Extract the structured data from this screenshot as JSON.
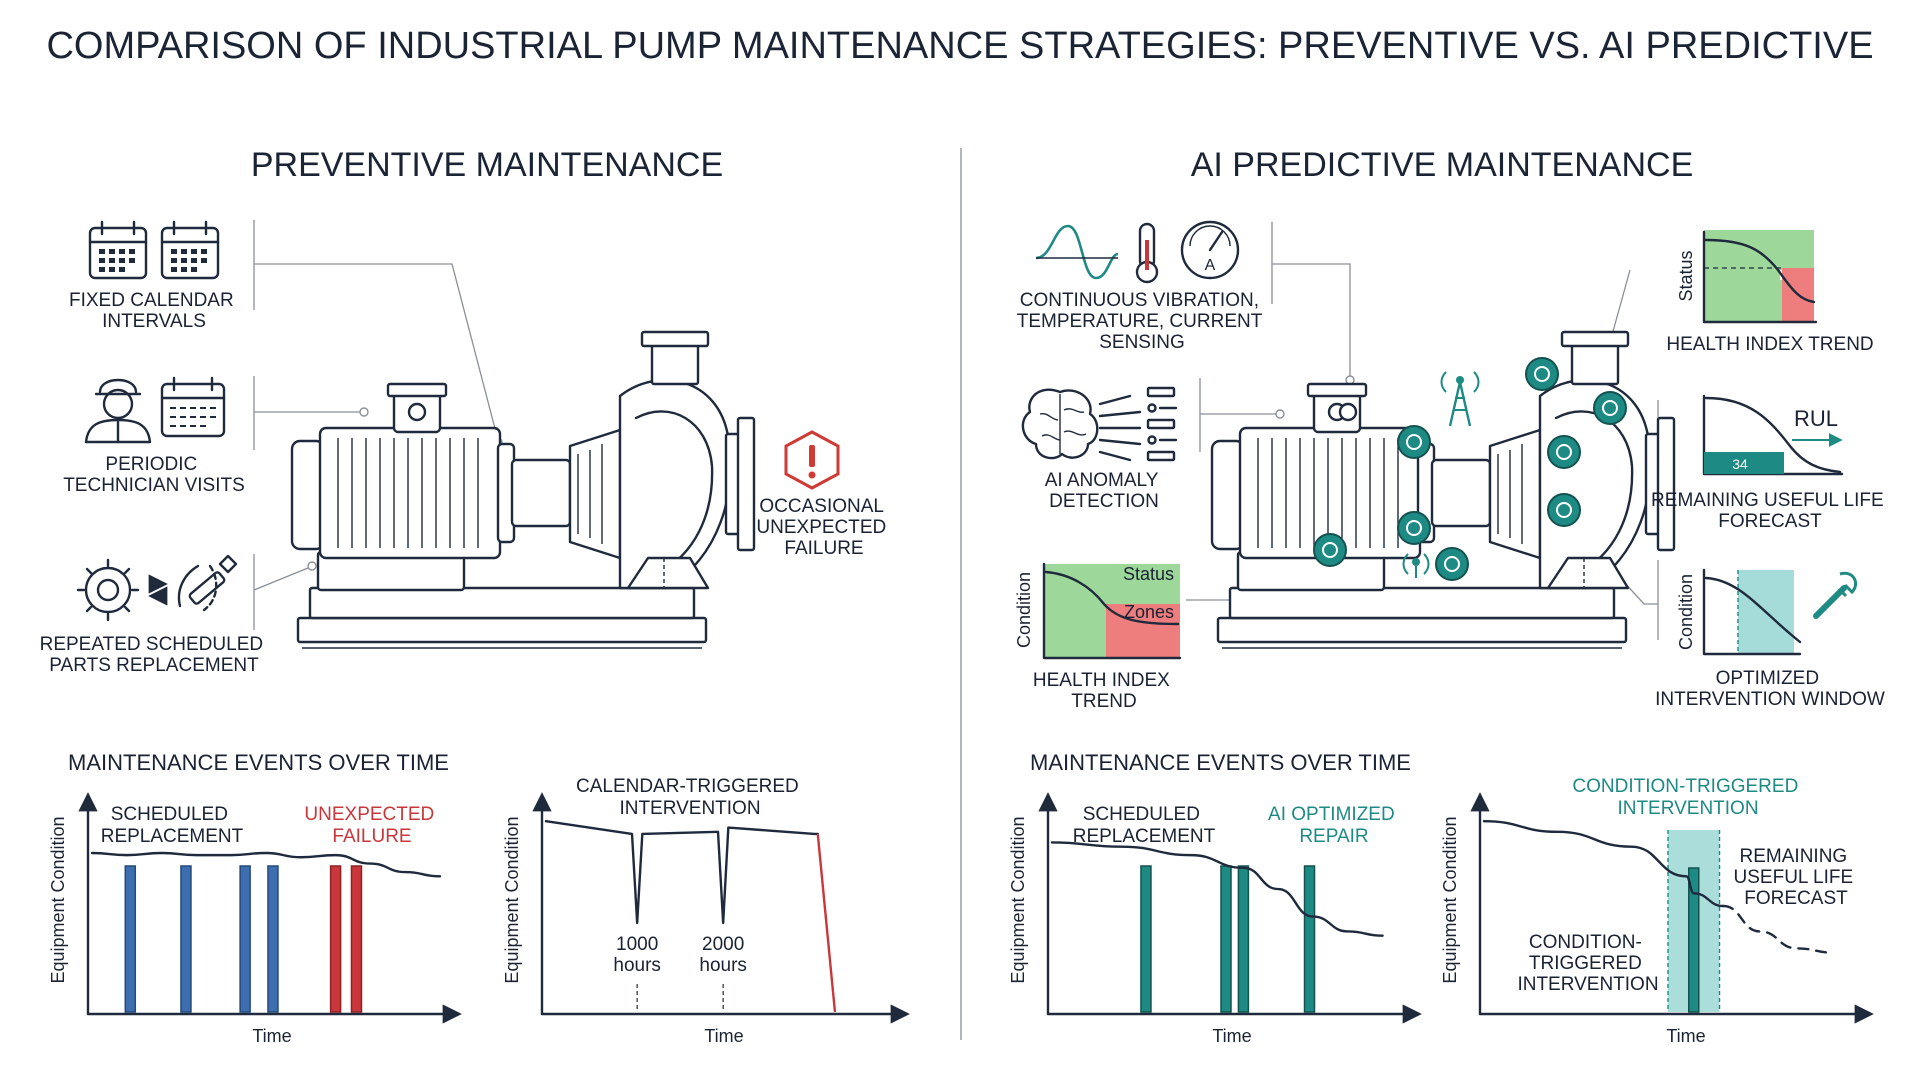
{
  "title": "COMPARISON OF INDUSTRIAL PUMP MAINTENANCE STRATEGIES: PREVENTIVE VS. AI PREDICTIVE",
  "colors": {
    "ink": "#1f2a3d",
    "blue_bar": "#3d6fb0",
    "red_bar": "#c9373b",
    "teal": "#1e8a84",
    "teal_light": "#8fd3cf",
    "green_zone": "#9dd79a",
    "red_zone": "#ee7d7d",
    "alert_red": "#d03a34"
  },
  "left": {
    "heading": "PREVENTIVE MAINTENANCE",
    "fixed_calendar": [
      "FIXED CALENDAR",
      "INTERVALS"
    ],
    "technician": [
      "PERIODIC",
      "TECHNICIAN VISITS"
    ],
    "parts": [
      "REPEATED SCHEDULED",
      "PARTS REPLACEMENT"
    ],
    "failure": [
      "OCCASIONAL",
      "UNEXPECTED",
      "FAILURE"
    ],
    "events_title": "MAINTENANCE EVENTS OVER TIME",
    "chart1": {
      "ylabel": "Equipment Condition",
      "xlabel": "Time",
      "legend_scheduled": [
        "SCHEDULED",
        "REPLACEMENT"
      ],
      "legend_failure": [
        "UNEXPECTED",
        "FAILURE"
      ]
    },
    "chart2": {
      "title": [
        "CALENDAR-TRIGGERED",
        "INTERVENTION"
      ],
      "ylabel": "Equipment Condition",
      "xlabel": "Time",
      "mark1": [
        "1000",
        "hours"
      ],
      "mark2": [
        "2000",
        "hours"
      ]
    }
  },
  "right": {
    "heading": "AI PREDICTIVE MAINTENANCE",
    "sensing": [
      "CONTINUOUS VIBRATION,",
      "TEMPERATURE, CURRENT",
      "SENSING"
    ],
    "anomaly": [
      "AI ANOMALY",
      "DETECTION"
    ],
    "health_top": {
      "ylabel": "Status",
      "caption": "HEALTH INDEX TREND"
    },
    "health_left": {
      "ylabel": "Condition",
      "zone_status": "Status",
      "zone_zones": "Zones",
      "caption": [
        "HEALTH INDEX",
        "TREND"
      ]
    },
    "rul": {
      "label": "RUL",
      "value": "34",
      "caption": [
        "REMAINING USEFUL LIFE",
        "FORECAST"
      ]
    },
    "window": {
      "ylabel": "Condition",
      "caption": [
        "OPTIMIZED",
        "INTERVENTION WINDOW"
      ]
    },
    "meter_letter": "A",
    "events_title": "MAINTENANCE EVENTS OVER TIME",
    "chart1": {
      "ylabel": "Equipment Condition",
      "xlabel": "Time",
      "legend_scheduled": [
        "SCHEDULED",
        "REPLACEMENT"
      ],
      "legend_ai": [
        "AI OPTIMIZED",
        "REPAIR"
      ]
    },
    "chart2": {
      "title": [
        "CONDITION-TRIGGERED",
        "INTERVENTION"
      ],
      "ylabel": "Equipment Condition",
      "xlabel": "Time",
      "forecast": [
        "REMAINING",
        "USEFUL LIFE",
        "FORECAST"
      ],
      "trigger": [
        "CONDITION-",
        "TRIGGERED",
        "INTERVENTION"
      ]
    }
  },
  "chart_data": [
    {
      "type": "line",
      "title": "",
      "xlabel": "Time",
      "ylabel": "Equipment Condition",
      "x": [
        0,
        10,
        20,
        30,
        40,
        50,
        60,
        70,
        80,
        90,
        100
      ],
      "series": [
        {
          "values": [
            75,
            74,
            75,
            74,
            74,
            75,
            73,
            74,
            70,
            66,
            64
          ]
        }
      ],
      "events": [
        {
          "kind": "scheduled",
          "x": [
            11,
            27,
            44,
            52
          ]
        },
        {
          "kind": "unexpected",
          "x": [
            70,
            76
          ]
        }
      ],
      "ylim": [
        0,
        100
      ],
      "xlim": [
        0,
        100
      ]
    },
    {
      "type": "line",
      "title": "CALENDAR-TRIGGERED INTERVENTION",
      "xlabel": "Time",
      "ylabel": "Equipment Condition",
      "x": [
        0,
        25,
        26.5,
        28,
        50,
        51.5,
        53,
        78,
        79,
        84
      ],
      "series": [
        {
          "values": [
            90,
            84,
            42,
            84,
            85,
            42,
            87,
            84,
            84,
            0
          ]
        }
      ],
      "markers": [
        {
          "x": 26.5,
          "label": "1000 hours"
        },
        {
          "x": 51.5,
          "label": "2000 hours"
        }
      ],
      "ylim": [
        0,
        100
      ],
      "xlim": [
        0,
        100
      ]
    },
    {
      "type": "line",
      "title": "",
      "xlabel": "Time",
      "ylabel": "Equipment Condition",
      "x": [
        0,
        20,
        40,
        55,
        65,
        75,
        85,
        95
      ],
      "series": [
        {
          "values": [
            80,
            78,
            74,
            68,
            58,
            45,
            38,
            36
          ]
        }
      ],
      "events": [
        {
          "kind": "scheduled",
          "x": [
            27
          ]
        },
        {
          "kind": "ai_optimized",
          "x": [
            50,
            55,
            74
          ]
        }
      ],
      "ylim": [
        0,
        100
      ],
      "xlim": [
        0,
        100
      ]
    },
    {
      "type": "line",
      "title": "CONDITION-TRIGGERED INTERVENTION",
      "xlabel": "Time",
      "ylabel": "Equipment Condition",
      "x": [
        0,
        20,
        40,
        55,
        57,
        65,
        75,
        85,
        95
      ],
      "series": [
        {
          "values": [
            90,
            85,
            78,
            64,
            56,
            50,
            38,
            30,
            28
          ]
        }
      ],
      "forecast_from_x": 65,
      "window_x": [
        50,
        64
      ],
      "intervention_x": 57,
      "ylim": [
        0,
        100
      ],
      "xlim": [
        0,
        100
      ]
    }
  ]
}
